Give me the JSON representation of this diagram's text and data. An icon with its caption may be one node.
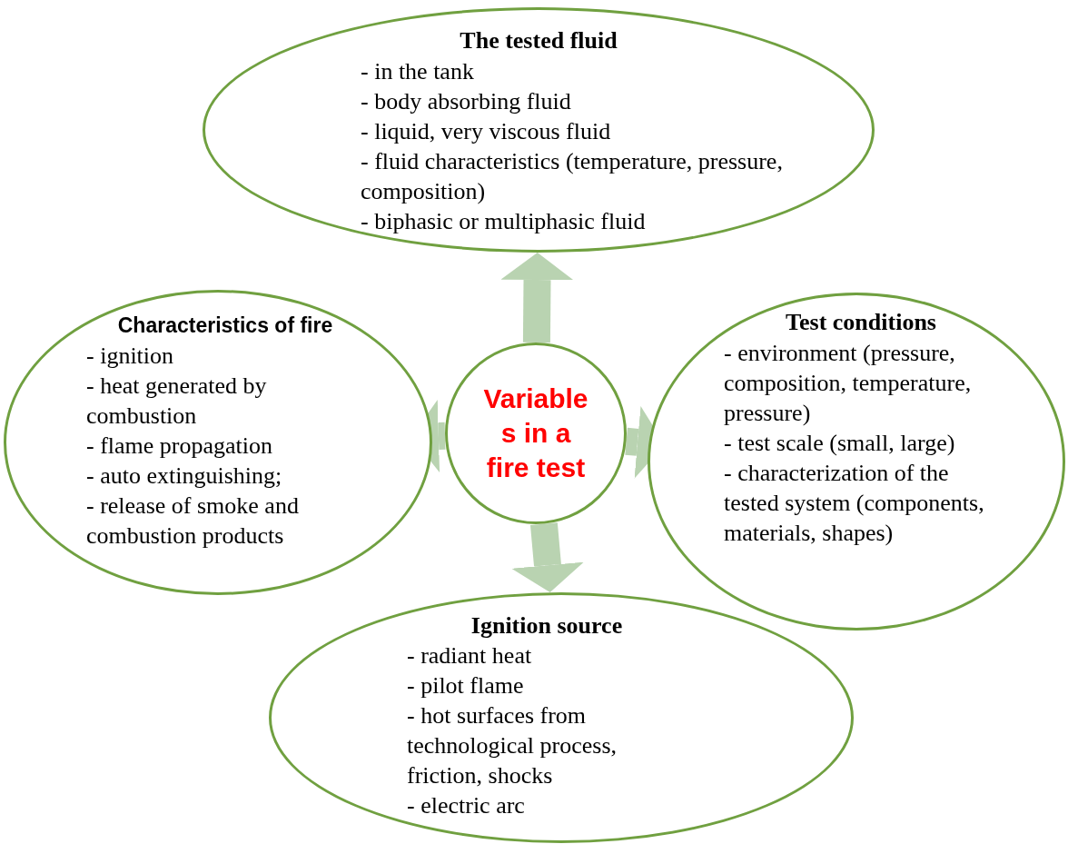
{
  "diagram": {
    "nodes": [
      {
        "text": [
          "The tested fluid",
          "- in the tank",
          "- body absorbing fluid",
          "- liquid, very viscous fluid",
          "- fluid characteristics (temperature, pressure, composition)",
          "- biphasic or multiphasic fluid"
        ]
      },
      {
        "text": [
          "Characteristics of fire",
          "- ignition",
          "- heat generated by combustion",
          "- flame propagation",
          "- auto extinguishing;",
          "- release of smoke and combustion products"
        ]
      },
      {
        "text": [
          "Variables in a fire test"
        ]
      },
      {
        "text": [
          "Test conditions",
          "- environment (pressure, composition, temperature, pressure)",
          "- test scale (small, large)",
          "- characterization of the tested system (components, materials, shapes)"
        ]
      },
      {
        "text": [
          "Ignition source",
          "- radiant heat",
          "- pilot flame",
          "- hot surfaces from technological process, friction, shocks",
          "- electric arc"
        ]
      }
    ],
    "edges": [
      {
        "from": 2,
        "to": 0,
        "arrow": "to"
      },
      {
        "from": 2,
        "to": 1,
        "arrow": "to"
      },
      {
        "from": 2,
        "to": 3,
        "arrow": "to"
      },
      {
        "from": 2,
        "to": 4,
        "arrow": "to"
      }
    ]
  }
}
